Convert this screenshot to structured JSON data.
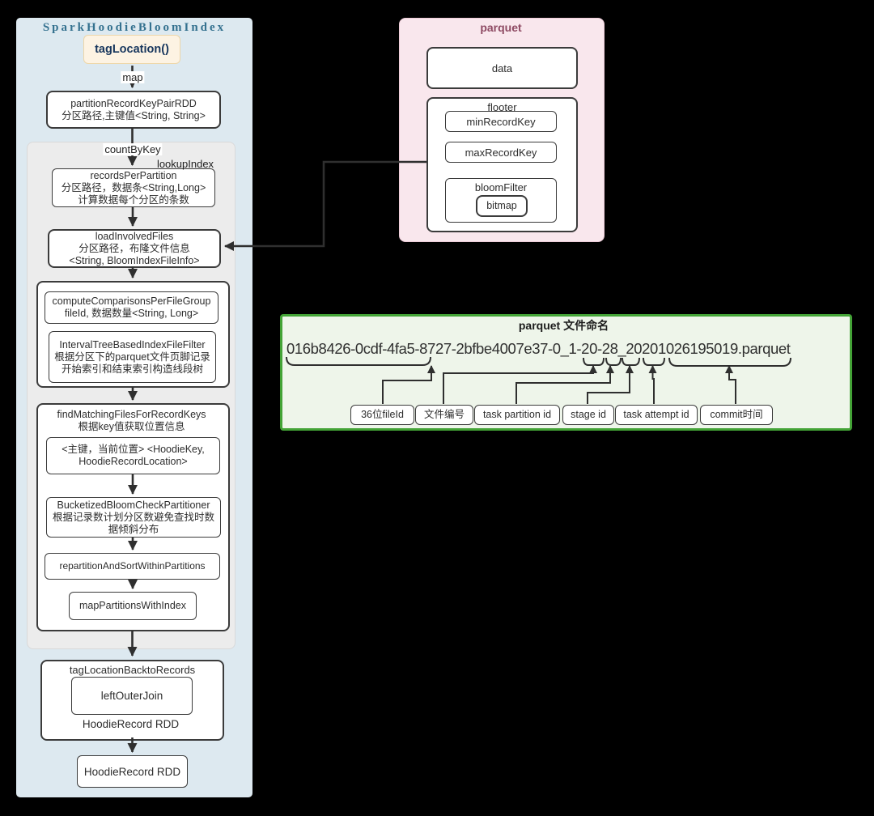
{
  "colors": {
    "canvas-bg": "#000000",
    "spark-bg": "#dde9f0",
    "spark-title": "#34718f",
    "tag-bg": "#fdf3e3",
    "tag-border": "#edd6a8",
    "tag-text": "#17365d",
    "gray-bg": "#ececec",
    "gray-border": "#d9d9d9",
    "box-border": "#3b3b3b",
    "box-text": "#2d2d2d",
    "pink-bg": "#f9e7ed",
    "pink-border": "#eccbd7",
    "pink-title": "#8e4a63",
    "green-bg": "#eef5ea",
    "green-border": "#43a336",
    "arrow": "#2f2f2f"
  },
  "spark": {
    "title": "SparkHoodieBloomIndex",
    "tag_location": "tagLocation()",
    "map_label": "map",
    "count_by_key_label": "countByKey",
    "lookup_index_label": "lookupIndex",
    "partition_rdd": {
      "l1": "partitionRecordKeyPairRDD",
      "l2": "分区路径,主键值<String, String>"
    },
    "records_per_partition": {
      "l1": "recordsPerPartition",
      "l2": "分区路径，数据条<String,Long>",
      "l3": "计算数据每个分区的条数"
    },
    "load_involved_files": {
      "l1": "loadInvolvedFiles",
      "l2": "分区路径，布隆文件信息",
      "l3": "<String, BloomIndexFileInfo>"
    },
    "compute_comparisons": {
      "l1": "computeComparisonsPerFileGroup",
      "l2": "fileId, 数据数量<String, Long>"
    },
    "interval_tree": {
      "l1": "IntervalTreeBasedIndexFileFilter",
      "l2": "根据分区下的parquet文件页脚记录",
      "l3": "开始索引和结束索引构造线段树"
    },
    "find_matching": {
      "l1": "findMatchingFilesForRecordKeys",
      "l2": "根据key值获取位置信息"
    },
    "hoodie_key": {
      "l1": "<主键，当前位置> <HoodieKey,",
      "l2": "HoodieRecordLocation>"
    },
    "bucketized": {
      "l1": "BucketizedBloomCheckPartitioner",
      "l2": "根据记录数计划分区数避免查找时数",
      "l3": "据倾斜分布"
    },
    "repartition": "repartitionAndSortWithinPartitions",
    "map_partitions": "mapPartitionsWithIndex",
    "tag_back": {
      "title": "tagLocationBacktoRecords",
      "inner": "leftOuterJoin",
      "footer": "HoodieRecord  RDD"
    },
    "final_rdd": "HoodieRecord RDD"
  },
  "parquet": {
    "title": "parquet",
    "data": "data",
    "footer": "flooter",
    "min_record_key": "minRecordKey",
    "max_record_key": "maxRecordKey",
    "bloom_filter": "bloomFilter",
    "bitmap": "bitmap"
  },
  "naming": {
    "title": "parquet 文件命名",
    "filename": "016b8426-0cdf-4fa5-8727-2bfbe4007e37-0_1-20-28_20201026195019.parquet",
    "labels": [
      "36位fileId",
      "文件编号",
      "task partition id",
      "stage id",
      "task attempt id",
      "commit时间"
    ]
  }
}
